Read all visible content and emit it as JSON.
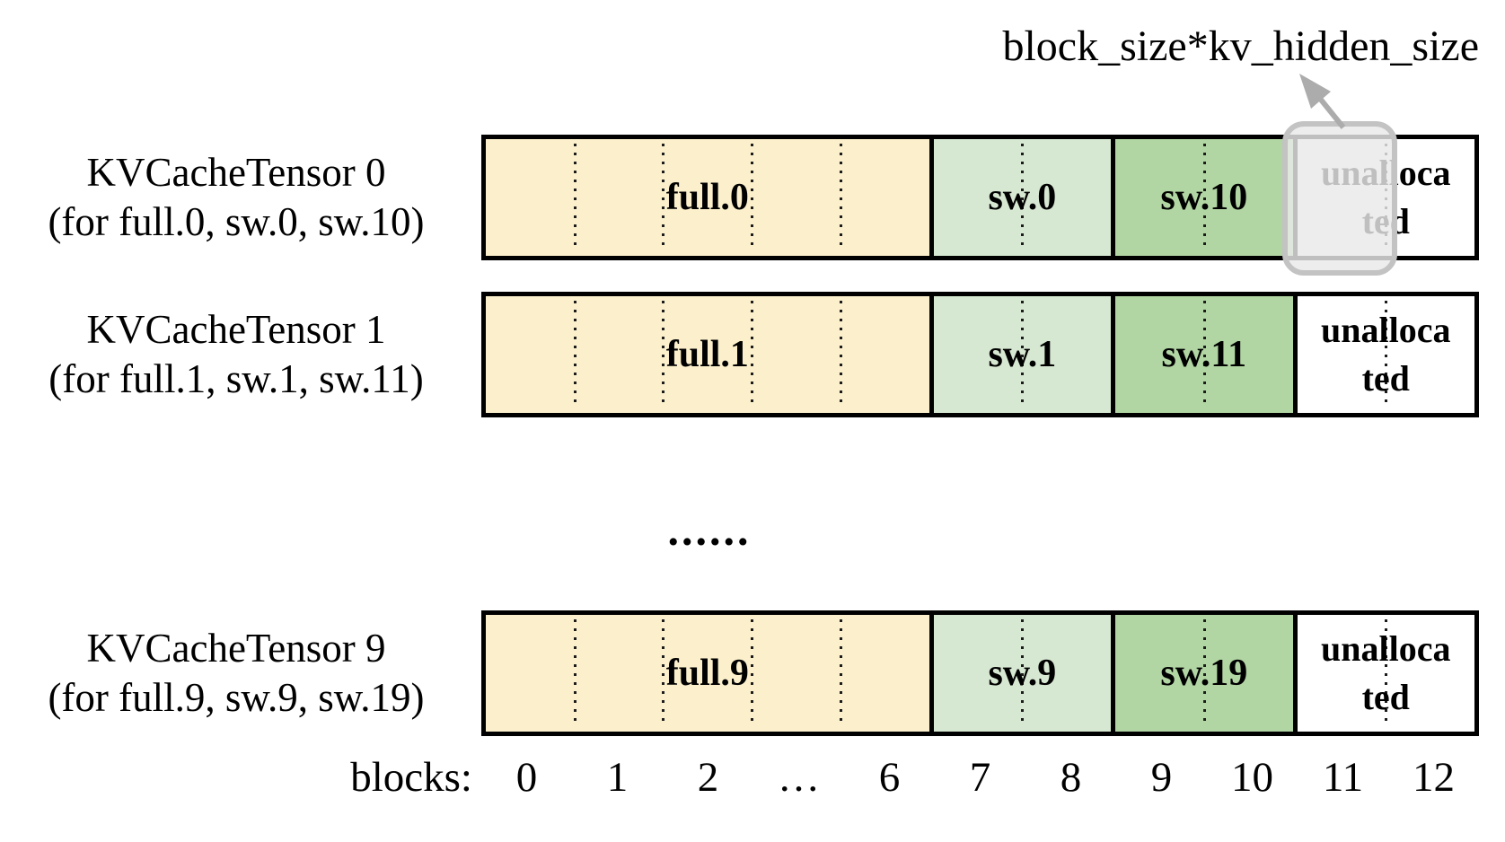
{
  "annotation": {
    "text": "block_size*kv_hidden_size"
  },
  "rows": [
    {
      "title": "KVCacheTensor 0",
      "subtitle": "(for full.0, sw.0, sw.10)",
      "full": "full.0",
      "sw": "sw.0",
      "sw2": "sw.10",
      "unallocated_line1": "unalloca",
      "unallocated_line2": "ted"
    },
    {
      "title": "KVCacheTensor 1",
      "subtitle": "(for full.1, sw.1, sw.11)",
      "full": "full.1",
      "sw": "sw.1",
      "sw2": "sw.11",
      "unallocated_line1": "unalloca",
      "unallocated_line2": "ted"
    },
    {
      "title": "KVCacheTensor 9",
      "subtitle": "(for full.9, sw.9, sw.19)",
      "full": "full.9",
      "sw": "sw.9",
      "sw2": "sw.19",
      "unallocated_line1": "unalloca",
      "unallocated_line2": "ted"
    }
  ],
  "ellipsis": "......",
  "axis": {
    "prefix": "blocks:",
    "labels": [
      "0",
      "1",
      "2",
      "…",
      "6",
      "7",
      "8",
      "9",
      "10",
      "11",
      "12"
    ]
  },
  "colors": {
    "full": "#FCF0CC",
    "sw": "#D7E8D2",
    "sw2": "#B1D5A3",
    "overlay_fill": "rgba(233,233,233,0.82)",
    "overlay_stroke": "#C3C3C3",
    "arrow": "#ACACAC"
  }
}
